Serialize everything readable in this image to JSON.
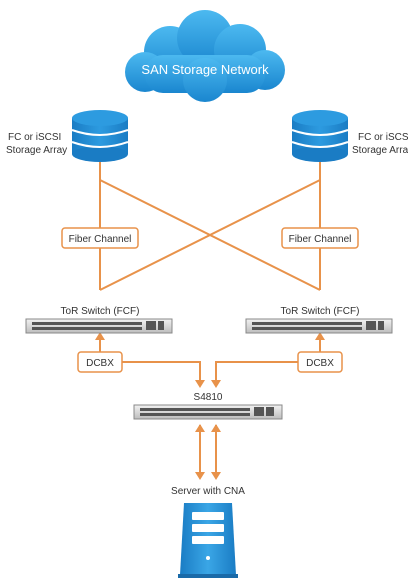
{
  "cloud": {
    "label": "SAN Storage Network"
  },
  "storage_left": {
    "line1": "FC or iSCSI",
    "line2": "Storage Array"
  },
  "storage_right": {
    "line1": "FC or iSCSI",
    "line2": "Storage Arra"
  },
  "fc_left": {
    "label": "Fiber Channel"
  },
  "fc_right": {
    "label": "Fiber Channel"
  },
  "tor_left": {
    "label": "ToR Switch (FCF)"
  },
  "tor_right": {
    "label": "ToR Switch (FCF)"
  },
  "dcbx_left": {
    "label": "DCBX"
  },
  "dcbx_right": {
    "label": "DCBX"
  },
  "core_switch": {
    "label": "S4810"
  },
  "server": {
    "label": "Server with CNA"
  },
  "colors": {
    "link": "#e8924a",
    "accent_blue": "#1a8fd6",
    "cloud": "#2aa3e6",
    "text": "#333333"
  }
}
